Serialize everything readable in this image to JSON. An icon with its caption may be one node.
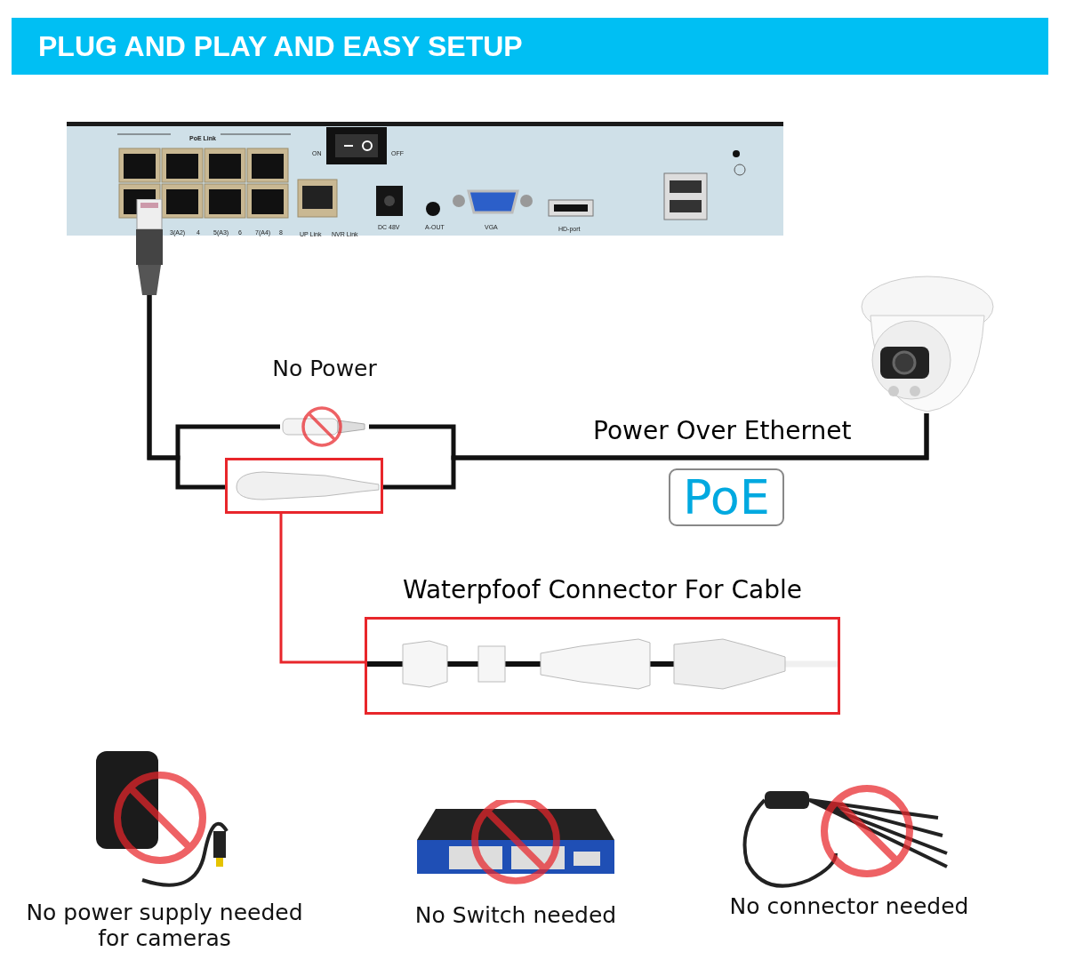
{
  "diagram": {
    "title": "PLUG AND PLAY AND EASY SETUP",
    "nodes": [
      {
        "text": [],
        "shape": "picture"
      },
      {
        "text": [],
        "shape": "picture",
        "beside": [
          "No Power"
        ]
      },
      {
        "text": [],
        "shape": "picture"
      },
      {
        "text": [],
        "shape": "picture"
      },
      {
        "text": [
          "PoE"
        ]
      },
      {
        "text": [
          "Waterpfoof Connector For Cable"
        ]
      },
      {
        "text": [],
        "shape": "picture",
        "beside": [
          "No power supply needed for cameras"
        ]
      },
      {
        "text": [],
        "shape": "picture",
        "beside": [
          "No Switch needed"
        ]
      },
      {
        "text": [],
        "shape": "picture",
        "beside": [
          "No connector needed"
        ]
      }
    ],
    "edges": [
      {
        "from": 0,
        "to": 1,
        "arrow": "none"
      },
      {
        "from": 0,
        "to": 2,
        "arrow": "none"
      },
      {
        "from": 1,
        "to": 3,
        "arrow": "none"
      },
      {
        "from": 2,
        "to": 3,
        "arrow": "none",
        "label": "Power Over Ethernet"
      },
      {
        "from": 2,
        "to": 5,
        "arrow": "none",
        "color": "#e8262b"
      }
    ],
    "labels": [
      "PoE Link",
      "ON",
      "OFF",
      "3(A2)",
      "4",
      "5(A3)",
      "6",
      "7(A4)",
      "8",
      "UP Link",
      "NVR Link",
      "DC 48V",
      "A-OUT",
      "VGA",
      "HD-port"
    ]
  }
}
